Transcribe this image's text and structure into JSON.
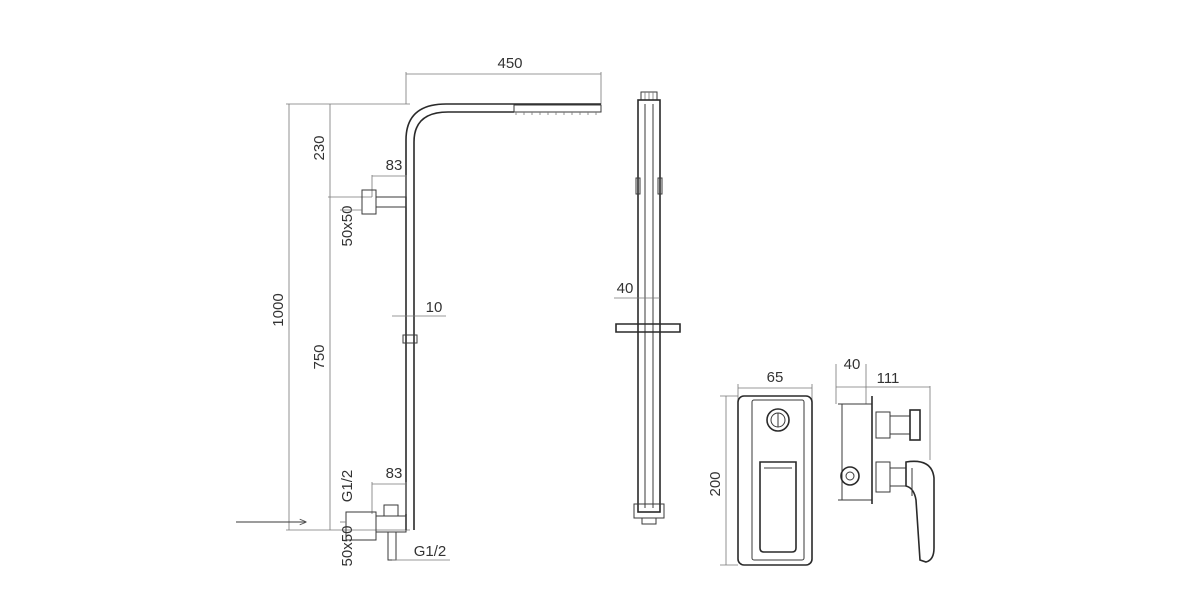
{
  "colors": {
    "line": "#3a3a3a",
    "dim": "#777777",
    "text": "#333333",
    "background": "#ffffff"
  },
  "front_view": {
    "dims": {
      "width_head": "450",
      "height_total": "1000",
      "height_top": "230",
      "height_mid": "750",
      "bracket_offset_top": "83",
      "bracket_offset_bottom": "83",
      "bracket_size_top": "50x50",
      "bracket_size_bottom": "50x50",
      "pipe_dia": "10",
      "inlet_thread_side": "G1/2",
      "inlet_thread_bottom": "G1/2"
    }
  },
  "side_view": {
    "dims": {
      "rail_depth": "40"
    }
  },
  "mixer_front": {
    "dims": {
      "width": "65",
      "height": "200"
    }
  },
  "mixer_side": {
    "dims": {
      "plate_depth": "40",
      "body_depth": "111"
    }
  }
}
